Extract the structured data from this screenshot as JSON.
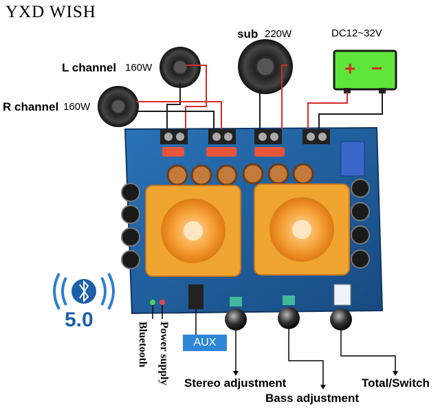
{
  "brand": "YXD WISH",
  "labels": {
    "sub": "sub",
    "sub_power": "220W",
    "l_channel": "L channel",
    "l_power": "160W",
    "r_channel": "R channel",
    "r_power": "160W",
    "dc": "DC12~32V",
    "battery_plus": "+",
    "battery_minus": "−",
    "bt_version": "5.0",
    "bluetooth": "Bluetooth",
    "power_supply": "Power supply",
    "aux": "AUX",
    "stereo": "Stereo adjustment",
    "bass": "Bass adjustment",
    "total": "Total/Switch"
  },
  "colors": {
    "board": "#1f5fa0",
    "heatsink": "#f0a531",
    "fan": "#f4a83a",
    "wire_red": "#d62a2a",
    "wire_black": "#1a1a1a",
    "battery": "#5ee63a",
    "aux": "#2f86d6",
    "bluetooth": "#1d5fa8"
  }
}
